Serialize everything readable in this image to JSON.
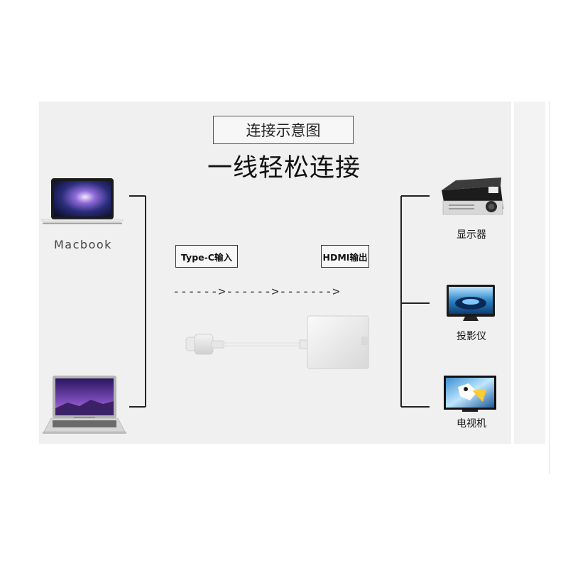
{
  "diagram": {
    "title": "连接示意图",
    "subtitle": "一线轻松连接",
    "source_device": {
      "name": "Macbook"
    },
    "input_label": "Type-C输入",
    "output_label": "HDMI输出",
    "arrow_text": "------>------>------->",
    "targets": [
      {
        "label": "显示器",
        "icon": "projector-icon"
      },
      {
        "label": "投影仪",
        "icon": "monitor-icon"
      },
      {
        "label": "电视机",
        "icon": "tv-icon"
      }
    ]
  }
}
